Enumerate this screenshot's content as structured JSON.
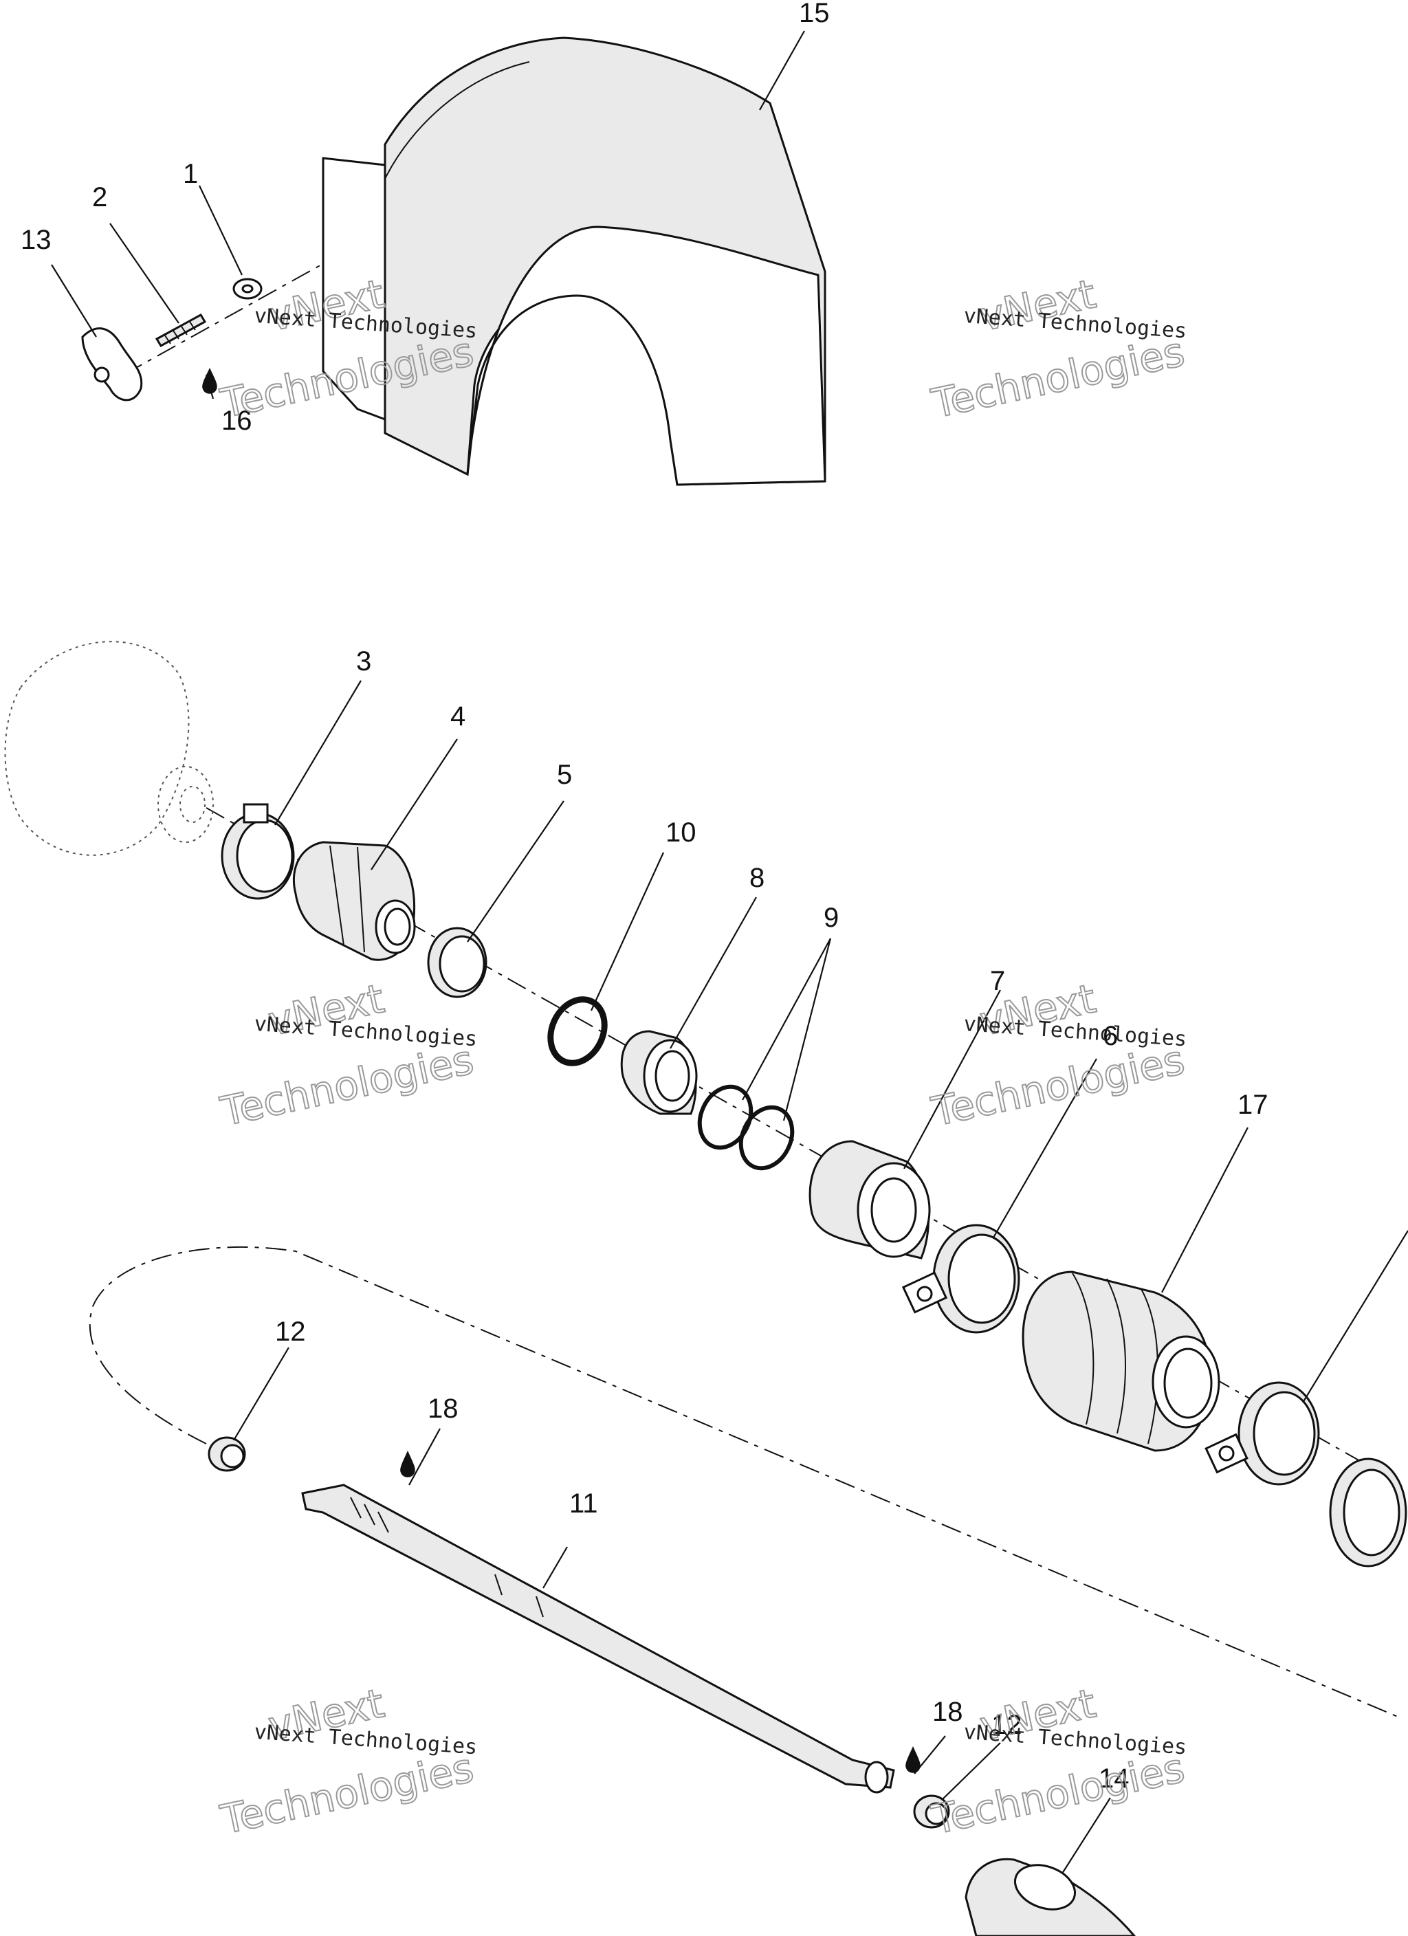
{
  "labels": {
    "p1": "1",
    "p2": "2",
    "p3": "3",
    "p4": "4",
    "p5": "5",
    "p6": "6",
    "p7": "7",
    "p8": "8",
    "p9": "9",
    "p10": "10",
    "p11": "11",
    "p12a": "12",
    "p12b": "12",
    "p13": "13",
    "p14": "14",
    "p15": "15",
    "p16": "16",
    "p17": "17",
    "p18a": "18",
    "p18b": "18"
  },
  "watermark": {
    "brand": "vNext",
    "name": "vNext Technologies",
    "word": "Technologies"
  },
  "icons": {
    "lubricant": "oil-drop-icon"
  }
}
